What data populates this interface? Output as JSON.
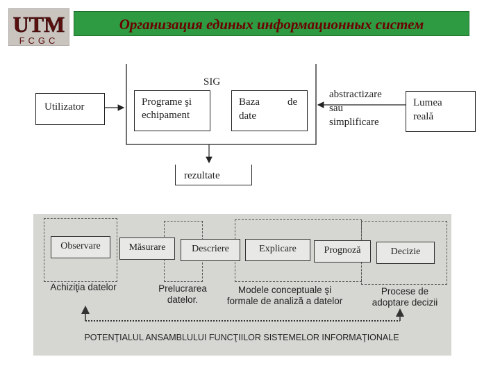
{
  "header": {
    "logo_text": "UTM",
    "logo_sub": "FCGC",
    "title": "Организация единых информационных систем",
    "title_bg": "#2e9a41",
    "title_color": "#6b0000"
  },
  "sig_diagram": {
    "sig_label": "SIG",
    "utilizator": "Utilizator",
    "programe_line1": "Programe şi",
    "programe_line2": "echipament",
    "baza_line1": "Baza",
    "baza_de": "de",
    "baza_line2": "date",
    "abstr_line1": "abstractizare",
    "abstr_line2": "sau",
    "abstr_line3": "simplificare",
    "lumea_line1": "Lumea",
    "lumea_line2": "reală",
    "rezultate": "rezultate"
  },
  "process_diagram": {
    "steps": [
      "Observare",
      "Măsurare",
      "Descriere",
      "Explicare",
      "Prognoză",
      "Decizie"
    ],
    "captions": {
      "achizitia": "Achiziţia datelor",
      "prelucrarea_1": "Prelucrarea",
      "prelucrarea_2": "datelor.",
      "modele_1": "Modele conceptuale şi",
      "modele_2": "formale de analiză a datelor",
      "procese_1": "Procese de",
      "procese_2": "adoptare decizii"
    },
    "footer": "POTENŢIALUL ANSAMBLULUI FUNCŢIILOR SISTEMELOR INFORMAŢIONALE"
  }
}
